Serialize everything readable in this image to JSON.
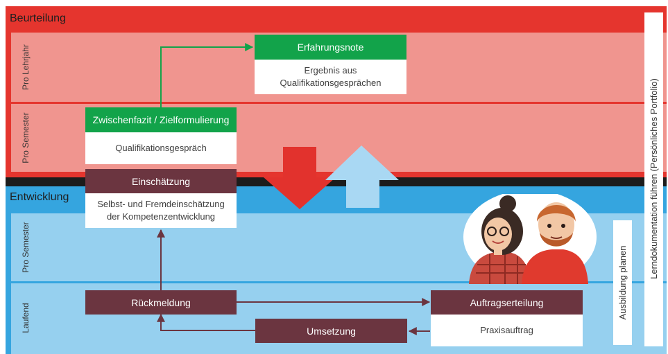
{
  "colors": {
    "red_band": "#e5352e",
    "red_row": "#f0958f",
    "blue_band": "#35a5df",
    "blue_row": "#96d0ef",
    "green": "#12a34a",
    "maroon": "#6b3540",
    "arrow_red": "#e2322d",
    "arrow_blue": "#a9d8f3"
  },
  "sections": {
    "beurteilung": "Beurteilung",
    "entwicklung": "Entwicklung"
  },
  "rows": {
    "pro_lehrjahr": "Pro Lehrjahr",
    "pro_semester_top": "Pro Semester",
    "pro_semester_bottom": "Pro Semester",
    "laufend": "Laufend"
  },
  "boxes": {
    "erfahrungsnote": {
      "title": "Erfahrungsnote",
      "body": "Ergebnis aus Qualifikationsgesprächen"
    },
    "zwischenfazit": {
      "title": "Zwischenfazit / Zielformulierung",
      "body": "Qualifikationsgespräch"
    },
    "einschaetzung": {
      "title": "Einschätzung",
      "body": "Selbst- und Fremdeinschätzung der Kompetenzentwicklung"
    },
    "rueckmeldung": {
      "title": "Rückmeldung"
    },
    "umsetzung": {
      "title": "Umsetzung"
    },
    "auftragserteilung": {
      "title": "Auftragserteilung",
      "body": "Praxisauftrag"
    }
  },
  "side": {
    "ausbildung_planen": "Ausbildung planen",
    "lerndokumentation": "Lerndokumentation führen (Persönliches Portfolio)"
  },
  "illustration": {
    "name": "two-apprentices-illustration"
  }
}
